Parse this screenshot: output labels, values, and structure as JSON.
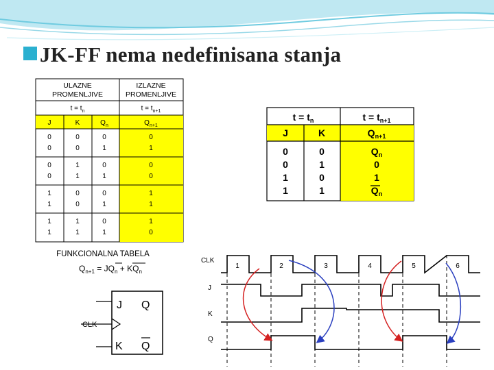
{
  "title": "JK-FF nema nedefinisana stanja",
  "colors": {
    "accent": "#2bb0d0",
    "yellow": "#ffff00",
    "clock_arrow_red": "#d42020",
    "clock_arrow_blue": "#2a3fbf"
  },
  "left_table": {
    "header_inputs": [
      "ULAZNE",
      "PROMENLJIVE"
    ],
    "header_outputs": [
      "IZLAZNE",
      "PROMENLJIVE"
    ],
    "time_in": {
      "base": "t = t",
      "sub": "n"
    },
    "time_out": {
      "base": "t = t",
      "sub": "n+1"
    },
    "col_j": "J",
    "col_k": "K",
    "col_q": {
      "base": "Q",
      "sub": "n"
    },
    "col_qn1": {
      "base": "Q",
      "sub": "n+1"
    },
    "groups": [
      {
        "j": [
          "0",
          "0"
        ],
        "k": [
          "0",
          "0"
        ],
        "q": [
          "0",
          "1"
        ],
        "qn1": [
          "0",
          "1"
        ]
      },
      {
        "j": [
          "0",
          "0"
        ],
        "k": [
          "1",
          "1"
        ],
        "q": [
          "0",
          "1"
        ],
        "qn1": [
          "0",
          "0"
        ]
      },
      {
        "j": [
          "1",
          "1"
        ],
        "k": [
          "0",
          "0"
        ],
        "q": [
          "0",
          "1"
        ],
        "qn1": [
          "1",
          "1"
        ]
      },
      {
        "j": [
          "1",
          "1"
        ],
        "k": [
          "1",
          "1"
        ],
        "q": [
          "0",
          "1"
        ],
        "qn1": [
          "1",
          "0"
        ]
      }
    ],
    "caption": "FUNKCIONALNA TABELA",
    "equation": {
      "lhs": "Q",
      "lhs_sub": "n+1",
      "eq": " = J",
      "q1": "Q",
      "q1_sub": "n",
      "plus": " + ",
      "k": "K",
      "q2": "Q",
      "q2_sub": "n"
    }
  },
  "right_table": {
    "time_in": {
      "base": "t = t",
      "sub": "n"
    },
    "time_out": {
      "base": "t = t",
      "sub": "n+1"
    },
    "col_j": "J",
    "col_k": "K",
    "col_qn1": {
      "base": "Q",
      "sub": "n+1"
    },
    "j": [
      "0",
      "0",
      "1",
      "1"
    ],
    "k": [
      "0",
      "1",
      "0",
      "1"
    ],
    "qn1": [
      {
        "base": "Q",
        "sub": "n",
        "bar": false
      },
      {
        "base": "0",
        "sub": "",
        "bar": false
      },
      {
        "base": "1",
        "sub": "",
        "bar": false
      },
      {
        "base": "Q",
        "sub": "n",
        "bar": true
      }
    ]
  },
  "symbol": {
    "j": "J",
    "q": "Q",
    "clk": "CLK",
    "k": "K",
    "qbar": "Q"
  },
  "timing": {
    "signals": [
      "CLK",
      "J",
      "K",
      "Q"
    ],
    "clock_numbers": [
      "1",
      "2",
      "3",
      "4",
      "5",
      "6"
    ]
  }
}
